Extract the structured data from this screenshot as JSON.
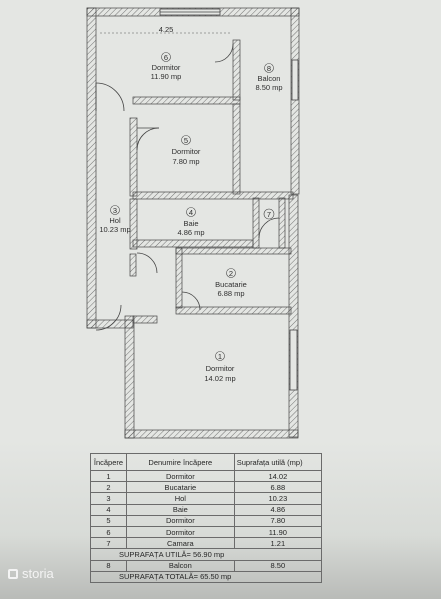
{
  "plan": {
    "dimension": "4.25",
    "rooms": [
      {
        "num": "6",
        "name": "Dormitor",
        "area": "11.90 mp"
      },
      {
        "num": "8",
        "name": "Balcon",
        "area": "8.50 mp"
      },
      {
        "num": "5",
        "name": "Dormitor",
        "area": "7.80 mp"
      },
      {
        "num": "3",
        "name": "Hol",
        "area": "10.23 mp"
      },
      {
        "num": "4",
        "name": "Baie",
        "area": "4.86 mp"
      },
      {
        "num": "7",
        "name": "",
        "area": ""
      },
      {
        "num": "2",
        "name": "Bucatarie",
        "area": "6.88 mp"
      },
      {
        "num": "1",
        "name": "Dormitor",
        "area": "14.02 mp"
      }
    ]
  },
  "table": {
    "headers": [
      "Încăpere",
      "Denumire încăpere",
      "Suprafața utilă (mp)"
    ],
    "rows": [
      [
        "1",
        "Dormitor",
        "14.02"
      ],
      [
        "2",
        "Bucatarie",
        "6.88"
      ],
      [
        "3",
        "Hol",
        "10.23"
      ],
      [
        "4",
        "Baie",
        "4.86"
      ],
      [
        "5",
        "Dormitor",
        "7.80"
      ],
      [
        "6",
        "Dormitor",
        "11.90"
      ],
      [
        "7",
        "Camara",
        "1.21"
      ]
    ],
    "total_useful": "SUPRAFAȚA UTILĂ= 56.90 mp",
    "balcony_row": [
      "8",
      "Balcon",
      "8.50"
    ],
    "total": "SUPRAFAȚA TOTALĂ= 65.50 mp"
  },
  "brand": "storia"
}
